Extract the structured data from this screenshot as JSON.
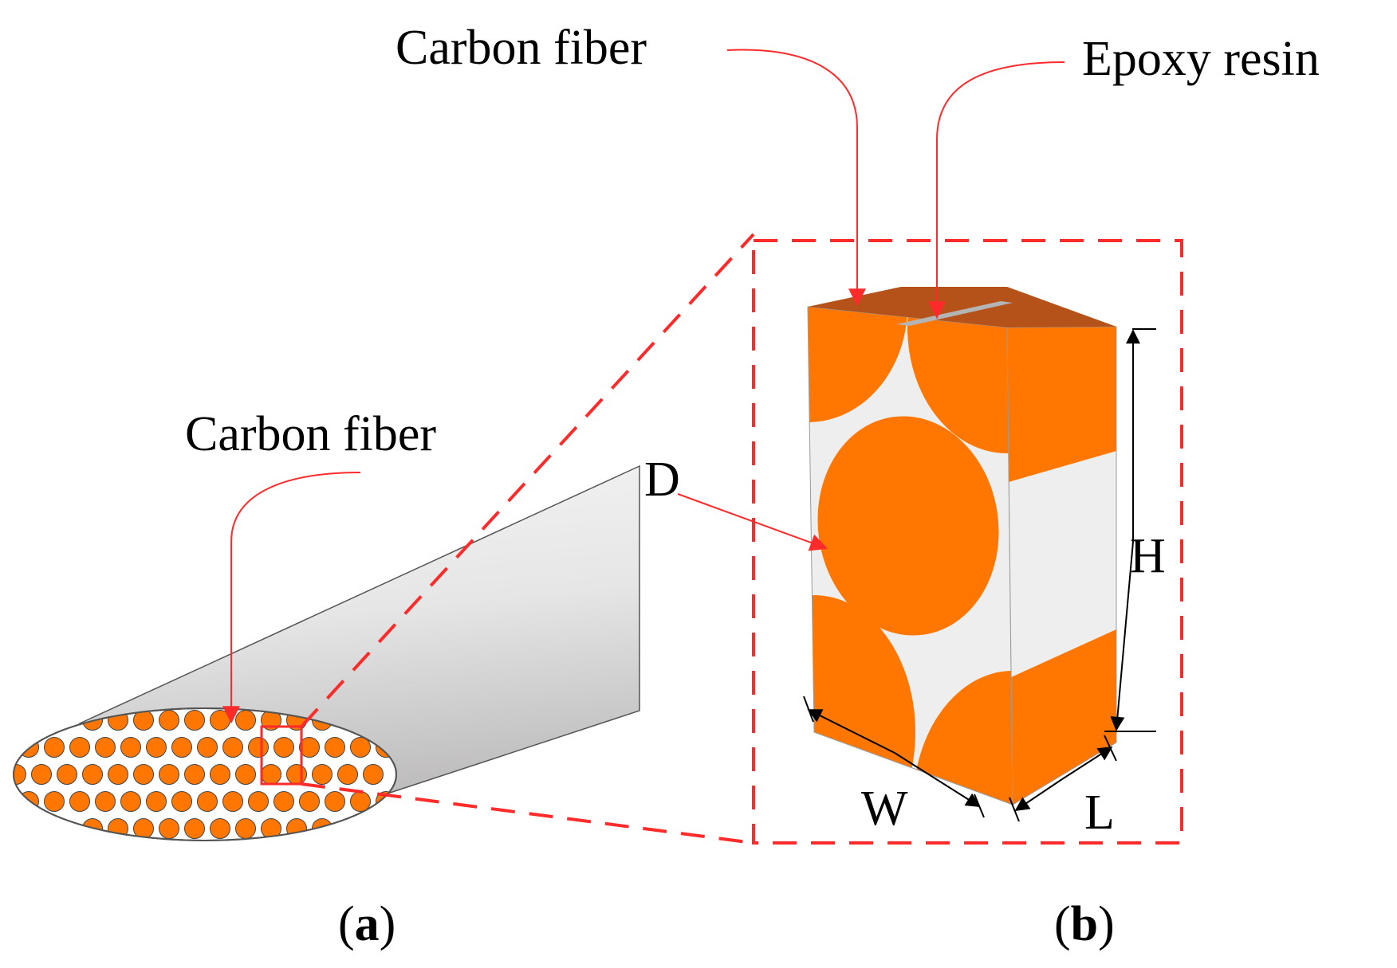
{
  "figure": {
    "panel_a": {
      "caption_letter": "a",
      "fiber_label": "Carbon fiber"
    },
    "panel_b": {
      "caption_letter": "b",
      "fiber_label": "Carbon fiber",
      "resin_label": "Epoxy resin",
      "dim_diameter": "D",
      "dim_height": "H",
      "dim_width": "W",
      "dim_length": "L"
    },
    "colors": {
      "fiber_orange": "#ff7700",
      "fiber_top_dark": "#b5521a",
      "resin_light": "#eeeeee",
      "annotation_red": "#ff2a2a",
      "resin_strip": "#b4b4b4"
    }
  }
}
